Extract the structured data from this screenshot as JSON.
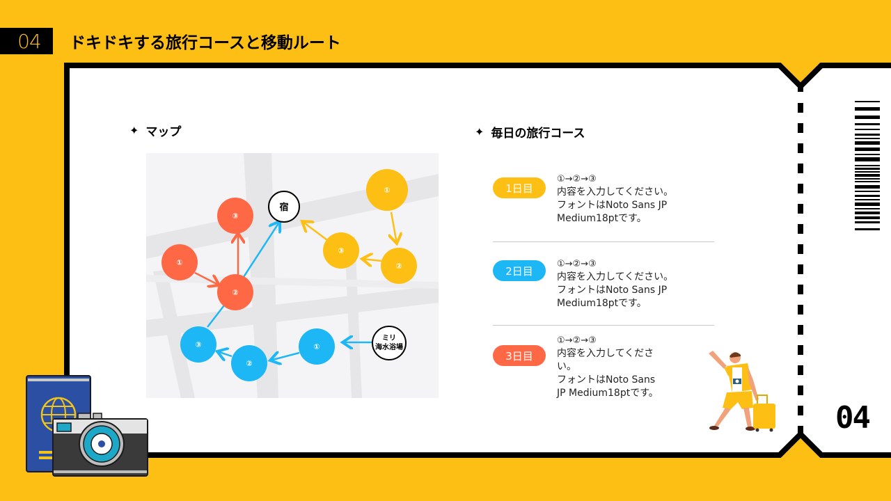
{
  "header": {
    "section_number": "04",
    "title": "ドキドキする旅行コースと移動ルート"
  },
  "map_section": {
    "heading": "マップ",
    "star_icon": "✦",
    "landmarks": {
      "hotel": "宿",
      "beach_line1": "ミリ",
      "beach_line2": "海水浴場"
    },
    "routes": [
      {
        "day": 1,
        "color": "#FDBF14",
        "stops": [
          "①",
          "②",
          "③"
        ]
      },
      {
        "day": 2,
        "color": "#1EB7F5",
        "stops": [
          "①",
          "②",
          "③"
        ]
      },
      {
        "day": 3,
        "color": "#FF6845",
        "stops": [
          "①",
          "②",
          "③"
        ]
      }
    ]
  },
  "course_section": {
    "heading": "毎日の旅行コース",
    "star_icon": "✦",
    "days": [
      {
        "label": "1日目",
        "color": "#FDBF14",
        "sequence": "①→②→③",
        "lines": [
          "内容を入力してください。",
          "フォントはNoto Sans JP",
          "Medium18ptです。"
        ]
      },
      {
        "label": "2日目",
        "color": "#1EB7F5",
        "sequence": "①→②→③",
        "lines": [
          "内容を入力してください。",
          "フォントはNoto Sans JP",
          "Medium18ptです。"
        ]
      },
      {
        "label": "3日目",
        "color": "#FF6845",
        "sequence": "①→②→③",
        "lines": [
          "内容を入力してくださ",
          "い。",
          "フォントはNoto Sans",
          "JP Medium18ptです。"
        ]
      }
    ]
  },
  "ticket_stub": {
    "number": "04"
  },
  "colors": {
    "background": "#FDBF14",
    "frame": "#000000",
    "yellow": "#FDBF14",
    "blue": "#1EB7F5",
    "orange": "#FF6845"
  }
}
